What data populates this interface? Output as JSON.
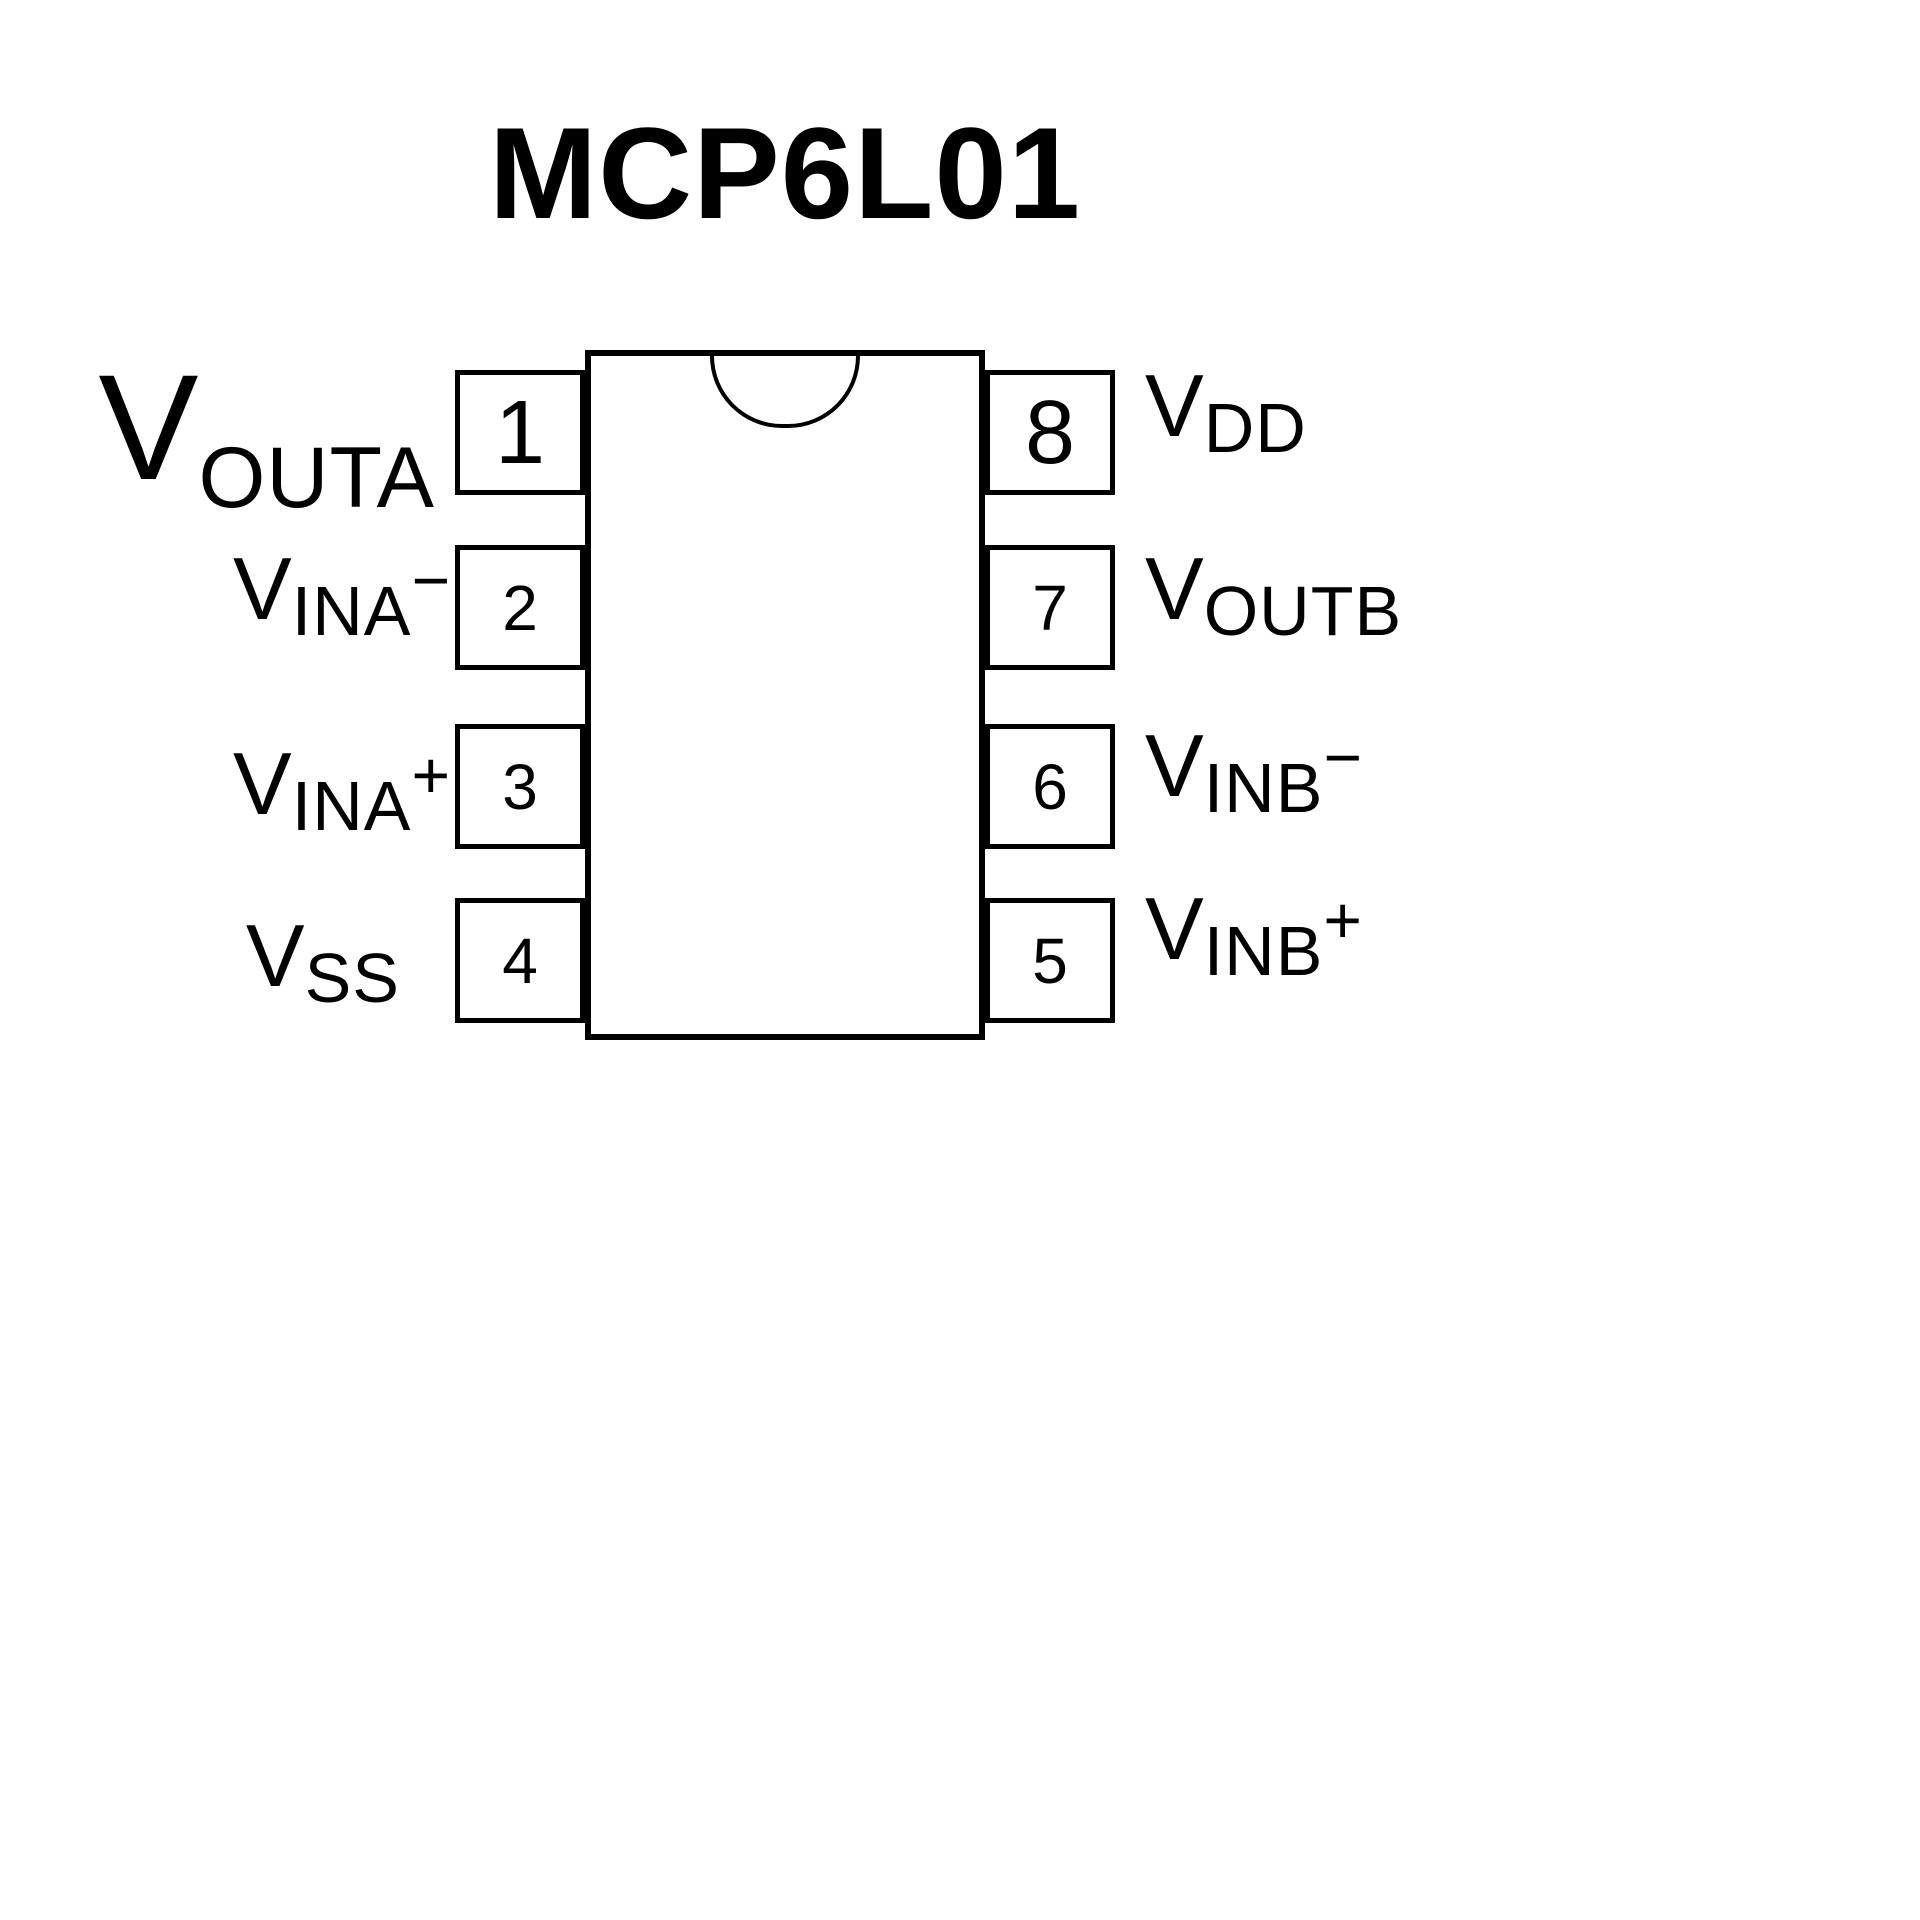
{
  "title": "MCP6L01",
  "pins": {
    "left": [
      {
        "number": "1",
        "v": "V",
        "sub": "OUTA",
        "suffix": ""
      },
      {
        "number": "2",
        "v": "V",
        "sub": "INA",
        "suffix": "−"
      },
      {
        "number": "3",
        "v": "V",
        "sub": "INA",
        "suffix": "+"
      },
      {
        "number": "4",
        "v": "V",
        "sub": "SS",
        "suffix": ""
      }
    ],
    "right": [
      {
        "number": "8",
        "v": "V",
        "sub": "DD",
        "suffix": ""
      },
      {
        "number": "7",
        "v": "V",
        "sub": "OUTB",
        "suffix": ""
      },
      {
        "number": "6",
        "v": "V",
        "sub": "INB",
        "suffix": "−"
      },
      {
        "number": "5",
        "v": "V",
        "sub": "INB",
        "suffix": "+"
      }
    ]
  }
}
